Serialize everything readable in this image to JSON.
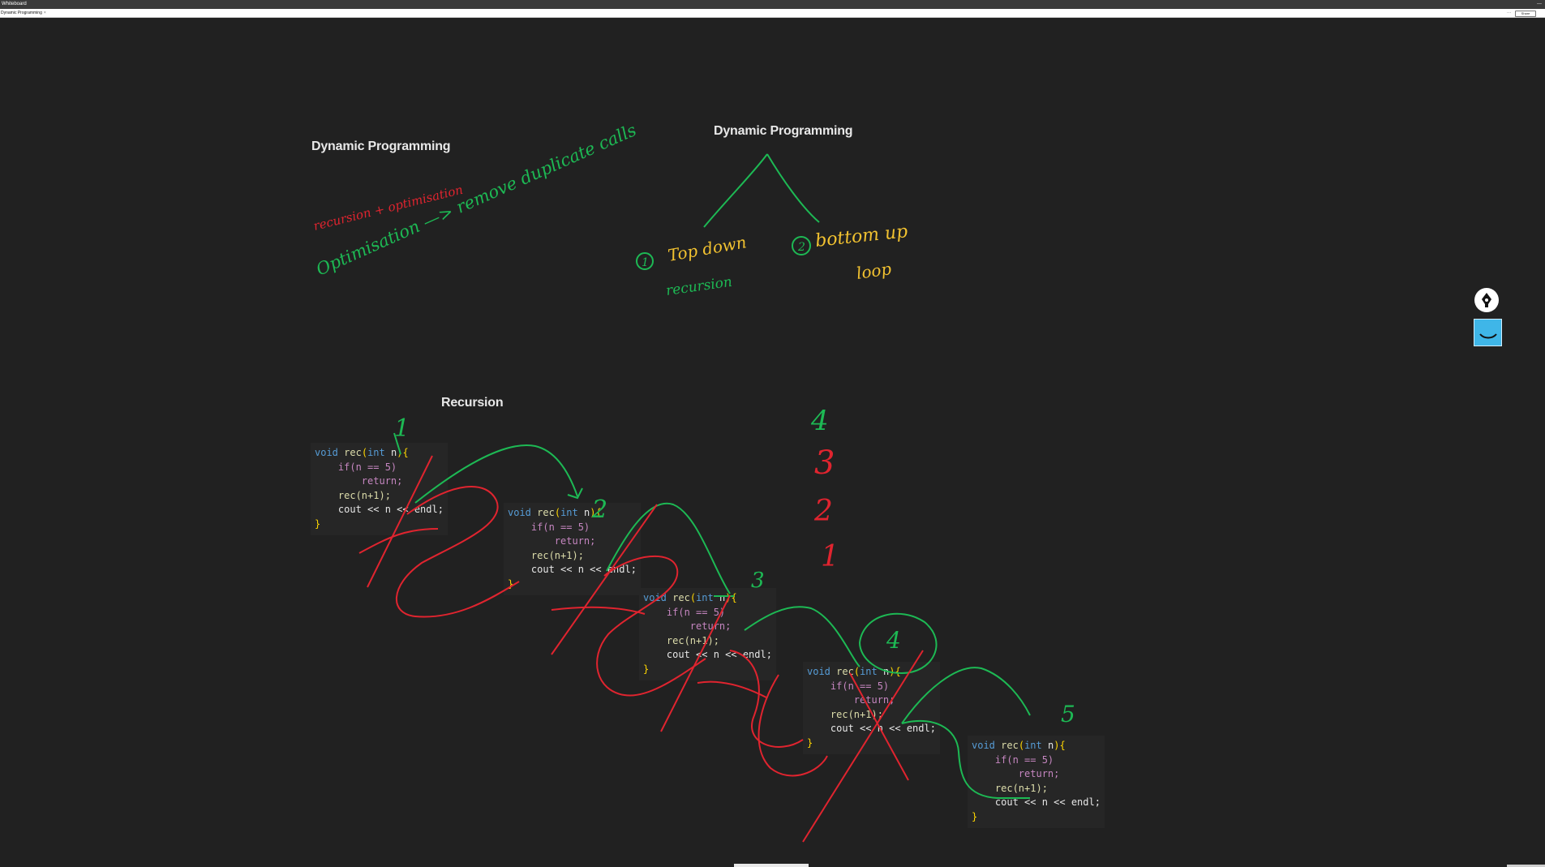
{
  "window": {
    "app_title": "Whiteboard"
  },
  "tabs": [
    {
      "label": "Dynamic Programming",
      "close": "×"
    }
  ],
  "toolbar": {
    "share_label": "Share",
    "more_label": "···",
    "minimize_label": "—"
  },
  "headings": {
    "dp_left": "Dynamic Programming",
    "dp_center": "Dynamic Programming",
    "recursion": "Recursion"
  },
  "handwriting": {
    "recursion_plus": "recursion + optimisation",
    "optimisation_line": "Optimisation —> remove duplicate calls",
    "branch_one_num": "1",
    "branch_one": "Top down",
    "branch_one_sub": "recursion",
    "branch_two_num": "2",
    "branch_two": "bottom up",
    "branch_two_sub": "loop",
    "stack_digits": [
      "4",
      "3",
      "2",
      "1"
    ],
    "call_labels": [
      "1",
      "2",
      "3",
      "4",
      "5"
    ]
  },
  "code_snippet": {
    "line1_kw": "void",
    "line1_fn": "rec",
    "line1_param_kw": "int",
    "line1_param": "n",
    "line2": "if(n == 5)",
    "line3": "return;",
    "line4": "rec(n+1);",
    "line5": "cout << n << endl;",
    "line6": "}"
  },
  "tools": {
    "pen_icon": "pen-nib-icon",
    "color_swatch": "#3fb6e8"
  },
  "colors": {
    "background": "#212121",
    "ink_green": "#1db954",
    "ink_red": "#e0242f",
    "ink_yellow": "#f2c230"
  }
}
